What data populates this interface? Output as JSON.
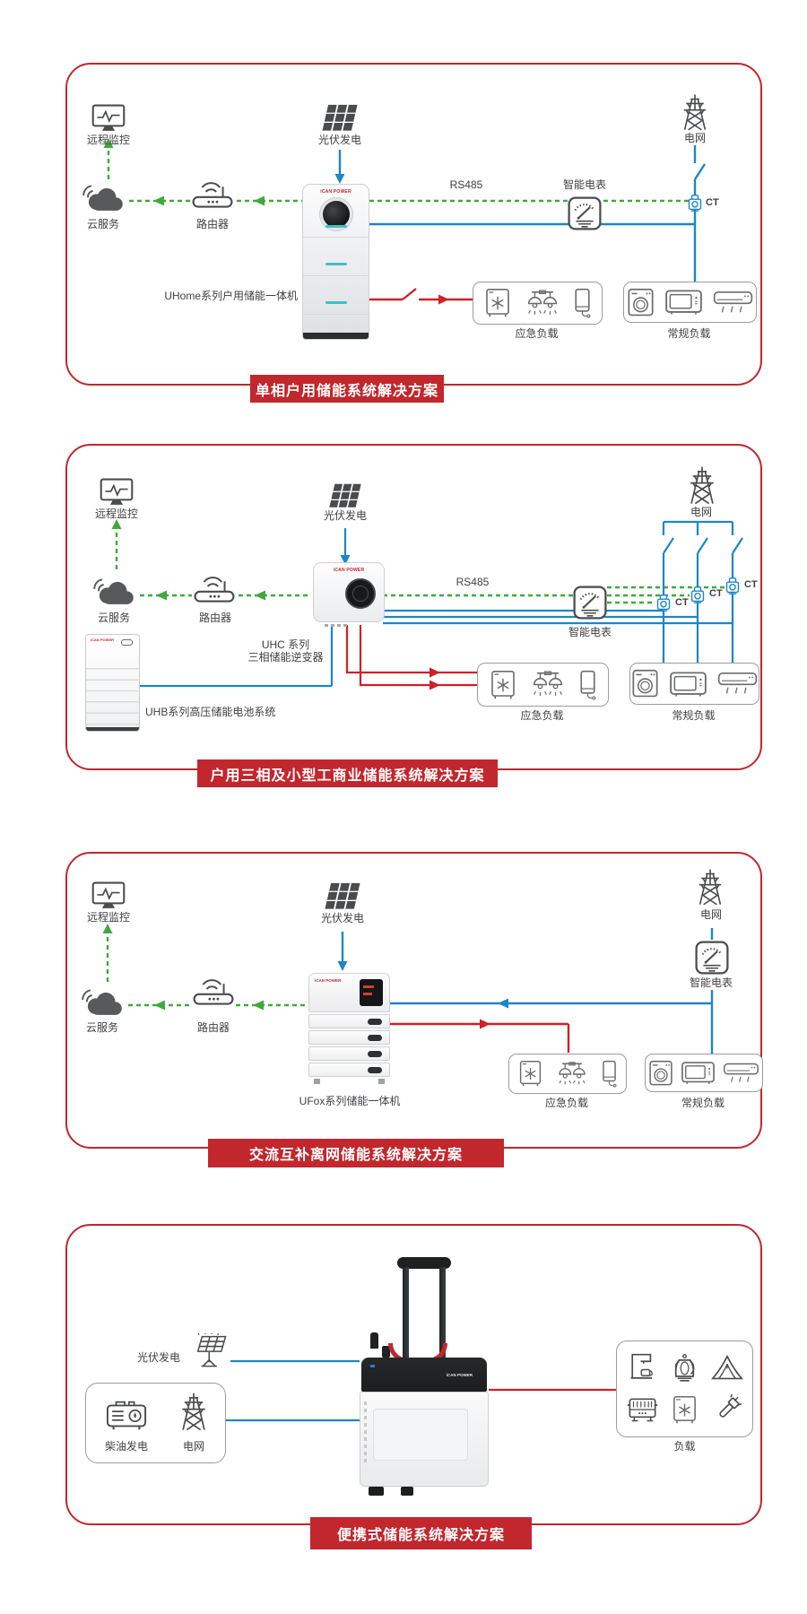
{
  "brand_logo": "iCAN POWER",
  "colors": {
    "panel_border": "#c1272d",
    "banner_bg": "#c1272d",
    "banner_text": "#ffffff",
    "wire_blue": "#1d86c8",
    "wire_green": "#3faa3b",
    "wire_red": "#cf2128",
    "icon_gray": "#4b4c4e",
    "device_teal": "#3fc1c3"
  },
  "icons": [
    "monitor-icon",
    "cloud-icon",
    "router-icon",
    "solar-panel-icon",
    "power-tower-icon",
    "smart-meter-icon",
    "ct-sensor-icon",
    "freezer-icon",
    "lamps-icon",
    "phone-icon",
    "washing-machine-icon",
    "microwave-icon",
    "air-conditioner-icon",
    "solar-stand-icon",
    "diesel-generator-icon",
    "coffee-machine-icon",
    "kettle-icon",
    "tent-icon",
    "grill-icon",
    "flashlight-icon"
  ],
  "panels": [
    {
      "title": "单相户用储能系统解决方案",
      "labels": {
        "remote": "远程监控",
        "cloud": "云服务",
        "router": "路由器",
        "pv": "光伏发电",
        "device": "UHome系列户用储能一体机",
        "rs485": "RS485",
        "meter": "智能电表",
        "grid": "电网",
        "ct": "CT",
        "emergency": "应急负载",
        "normal": "常规负载"
      }
    },
    {
      "title": "户用三相及小型工商业储能系统解决方案",
      "labels": {
        "remote": "远程监控",
        "cloud": "云服务",
        "router": "路由器",
        "pv": "光伏发电",
        "inverter_1": "UHC 系列",
        "inverter_2": "三相储能逆变器",
        "battery": "UHB系列高压储能电池系统",
        "rs485": "RS485",
        "meter": "智能电表",
        "grid": "电网",
        "ct1": "CT",
        "ct2": "CT",
        "ct3": "CT",
        "emergency": "应急负载",
        "normal": "常规负载"
      }
    },
    {
      "title": "交流互补离网储能系统解决方案",
      "labels": {
        "remote": "远程监控",
        "cloud": "云服务",
        "router": "路由器",
        "pv": "光伏发电",
        "device": "UFox系列储能一体机",
        "meter": "智能电表",
        "grid": "电网",
        "emergency": "应急负载",
        "normal": "常规负载"
      }
    },
    {
      "title": "便携式储能系统解决方案",
      "labels": {
        "pv": "光伏发电",
        "diesel": "柴油发电",
        "grid": "电网",
        "load": "负载"
      }
    }
  ]
}
